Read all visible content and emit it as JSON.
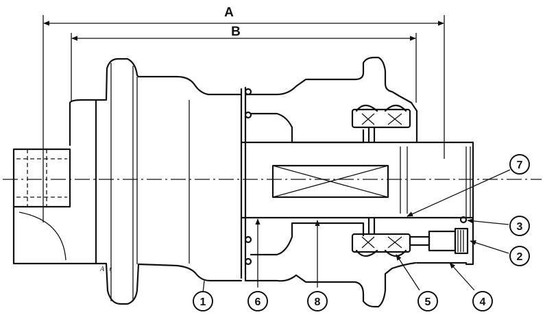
{
  "dimensions": {
    "overall": "A",
    "inner": "B"
  },
  "callouts": [
    "1",
    "6",
    "8",
    "5",
    "4",
    "2",
    "3",
    "7"
  ],
  "stray_text": "A . r"
}
